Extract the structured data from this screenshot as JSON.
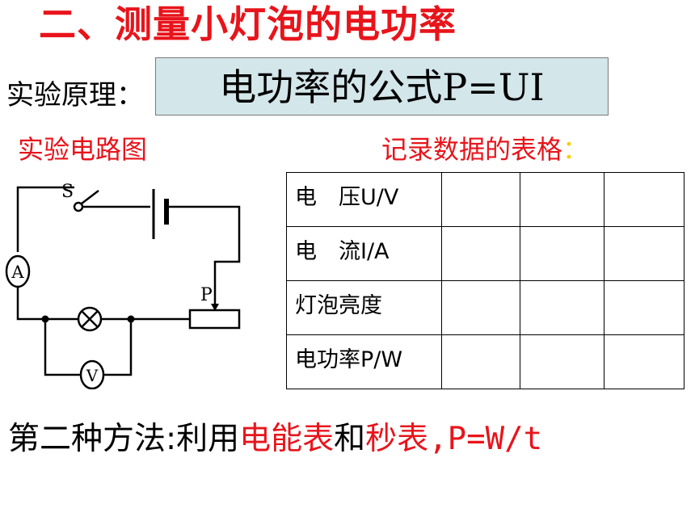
{
  "title": "二、测量小灯泡的电功率",
  "principle": {
    "label": "实验原理：",
    "formula": "电功率的公式P=UI"
  },
  "circuit": {
    "heading": "实验电路图",
    "labels": {
      "switch": "S",
      "ammeter": "A",
      "rheostat_slider": "P",
      "voltmeter": "V"
    }
  },
  "data_table": {
    "heading": "记录数据的表格",
    "heading_colon": "：",
    "rows": [
      {
        "label": "电　压U/V"
      },
      {
        "label": "电　流I/A"
      },
      {
        "label": "灯泡亮度"
      },
      {
        "label": "电功率P/W"
      }
    ]
  },
  "second_method": {
    "prefix": "第二种方法:利用",
    "meter": "电能表",
    "joiner": "和",
    "stopwatch": "秒表",
    "formula": ",P=W/t"
  },
  "colors": {
    "title_red": "#e8141b",
    "box_fill": "#d3e6ea",
    "colon_yellow": "#ffcc00"
  }
}
